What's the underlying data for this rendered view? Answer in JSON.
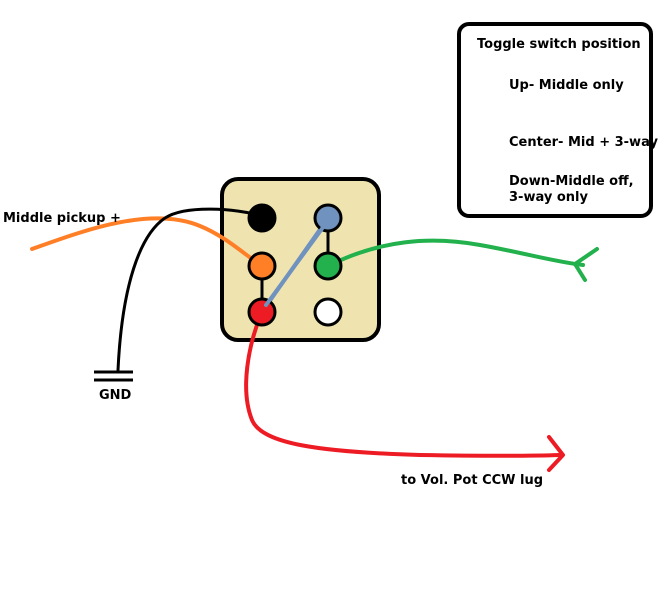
{
  "labels": {
    "middle_pickup": "Middle pickup +",
    "ground": "GND",
    "to_vol_pot": "to Vol. Pot CCW lug"
  },
  "legend": {
    "title": "Toggle switch position",
    "up": "Up- Middle only",
    "center": "Center- Mid + 3-way",
    "down": "Down-Middle off, 3-way only"
  },
  "colors": {
    "switch_body": "#efe4b0",
    "orange_wire": "#ff7f27",
    "black_wire": "#000000",
    "blue_wire": "#7092be",
    "green_wire": "#22b14c",
    "red_wire": "#ed1c24",
    "white_lug": "#ffffff"
  }
}
